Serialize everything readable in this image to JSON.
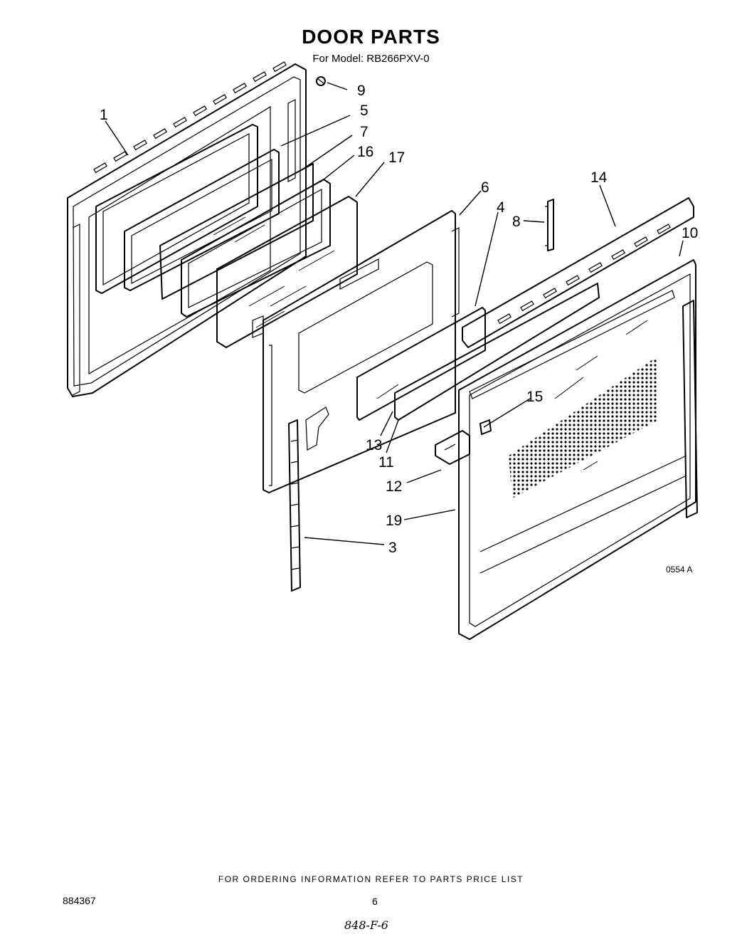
{
  "title": "DOOR PARTS",
  "subtitle": "For Model: RB266PXV-0",
  "callouts": [
    "1",
    "3",
    "4",
    "5",
    "6",
    "7",
    "8",
    "9",
    "10",
    "11",
    "12",
    "13",
    "14",
    "15",
    "16",
    "17",
    "19"
  ],
  "figure_code": "0554 A",
  "footer": {
    "ordering_note": "FOR ORDERING INFORMATION REFER TO PARTS PRICE LIST",
    "document_number": "884367",
    "page_number": "6",
    "handwritten_note": "848-F-6"
  }
}
